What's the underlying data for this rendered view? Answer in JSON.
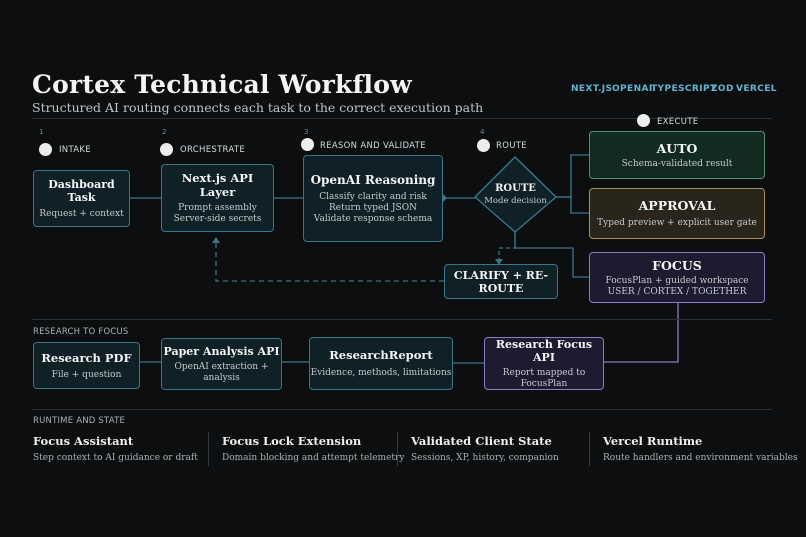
{
  "header": {
    "title": "Cortex Technical Workflow",
    "subtitle": "Structured AI routing connects each task to the correct execution path",
    "tech": [
      "NEXT.JS",
      "OPENAI",
      "TYPESCRIPT",
      "ZOD",
      "VERCEL"
    ]
  },
  "steps": [
    {
      "num": "1",
      "label": "INTAKE"
    },
    {
      "num": "2",
      "label": "ORCHESTRATE"
    },
    {
      "num": "3",
      "label": "REASON AND VALIDATE"
    },
    {
      "num": "4",
      "label": "ROUTE"
    },
    {
      "label": "EXECUTE"
    }
  ],
  "nodes": {
    "dashboard": {
      "title": "Dashboard Task",
      "sub": "Request + context"
    },
    "nextjs": {
      "title": "Next.js API Layer",
      "sub1": "Prompt assembly",
      "sub2": "Server-side secrets"
    },
    "openai": {
      "title": "OpenAI Reasoning",
      "sub1": "Classify clarity and risk",
      "sub2": "Return typed JSON",
      "sub3": "Validate response schema"
    },
    "route": {
      "title": "ROUTE",
      "sub": "Mode decision"
    },
    "clarify": {
      "title": "CLARIFY + RE-ROUTE"
    },
    "auto": {
      "title": "AUTO",
      "sub": "Schema-validated result"
    },
    "approval": {
      "title": "APPROVAL",
      "sub": "Typed preview + explicit user gate"
    },
    "focus": {
      "title": "FOCUS",
      "sub1": "FocusPlan + guided workspace",
      "sub2": "USER / CORTEX / TOGETHER"
    }
  },
  "research": {
    "section": "RESEARCH TO FOCUS",
    "pdf": {
      "title": "Research PDF",
      "sub": "File + question"
    },
    "paper": {
      "title": "Paper Analysis API",
      "sub1": "OpenAI extraction +",
      "sub2": "analysis"
    },
    "report": {
      "title": "ResearchReport",
      "sub": "Evidence, methods, limitations"
    },
    "focusapi": {
      "title": "Research Focus API",
      "sub1": "Report mapped to",
      "sub2": "FocusPlan"
    }
  },
  "runtime": {
    "section": "RUNTIME AND STATE",
    "items": [
      {
        "title": "Focus Assistant",
        "desc": "Step context to AI guidance or draft"
      },
      {
        "title": "Focus Lock Extension",
        "desc": "Domain blocking and attempt telemetry"
      },
      {
        "title": "Validated Client State",
        "desc": "Sessions, XP, history, companion"
      },
      {
        "title": "Vercel Runtime",
        "desc": "Route handlers and environment variables"
      }
    ]
  },
  "colors": {
    "teal": "#3b7687",
    "green": "#4f9470",
    "gold": "#a98f55",
    "purple": "#8a7bc8",
    "accent_text": "#5fb6d4"
  }
}
